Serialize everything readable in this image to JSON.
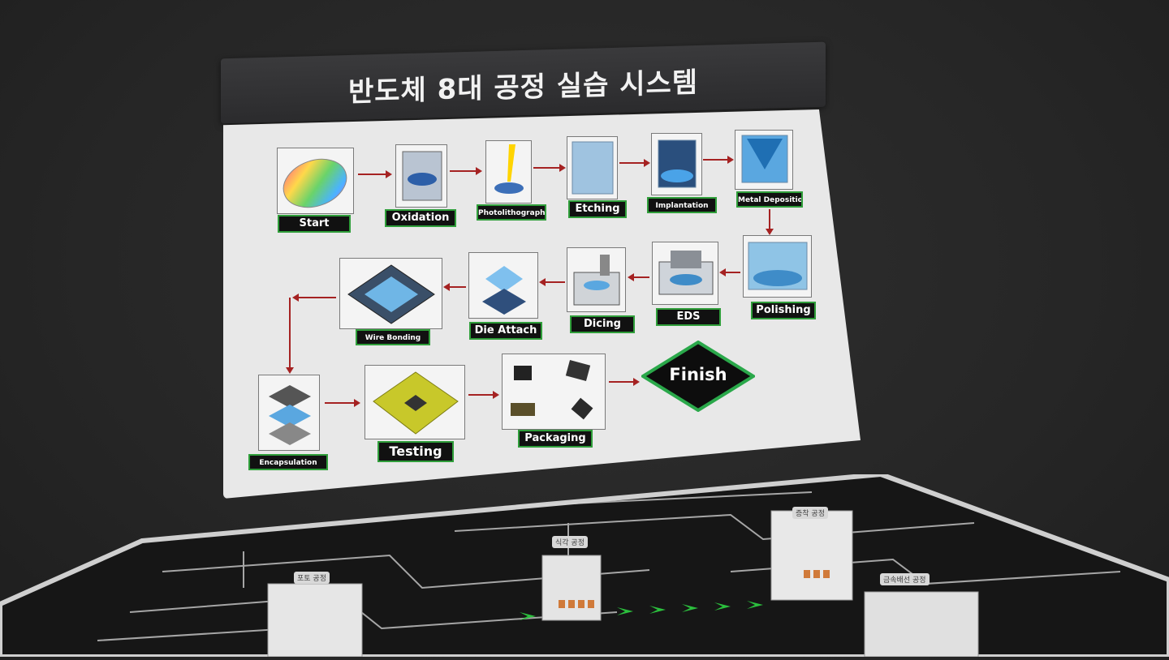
{
  "title": "반도체 8대 공정 실습 시스템",
  "steps": {
    "start": "Start",
    "oxidation": "Oxidation",
    "photolithography": "Photolithography",
    "etching": "Etching",
    "implantation": "Implantation",
    "metal_deposition": "Metal Deposition",
    "polishing": "Polishing",
    "eds": "EDS",
    "dicing": "Dicing",
    "die_attach": "Die Attach",
    "wire_bonding": "Wire Bonding",
    "encapsulation": "Encapsulation",
    "testing": "Testing",
    "packaging": "Packaging"
  },
  "finish": "Finish",
  "buildings": {
    "b1": "포토 공정",
    "b2": "식각 공정",
    "b3": "증착 공정",
    "b4": "금속배선 공정"
  },
  "colors": {
    "board": "#e8e8e8",
    "label_bg": "#111111",
    "label_border": "#2f9e3a",
    "arrow": "#a52222",
    "finish_bg": "#0d0d0d",
    "finish_border": "#2aa84a",
    "pcb": "#161616",
    "trace": "#d6d6d6",
    "floor_arrow": "#2bbf3d"
  },
  "icons": {
    "wafer": "rainbow-wafer-icon",
    "chamber": "process-chamber-icon",
    "chip": "chip-icon"
  }
}
